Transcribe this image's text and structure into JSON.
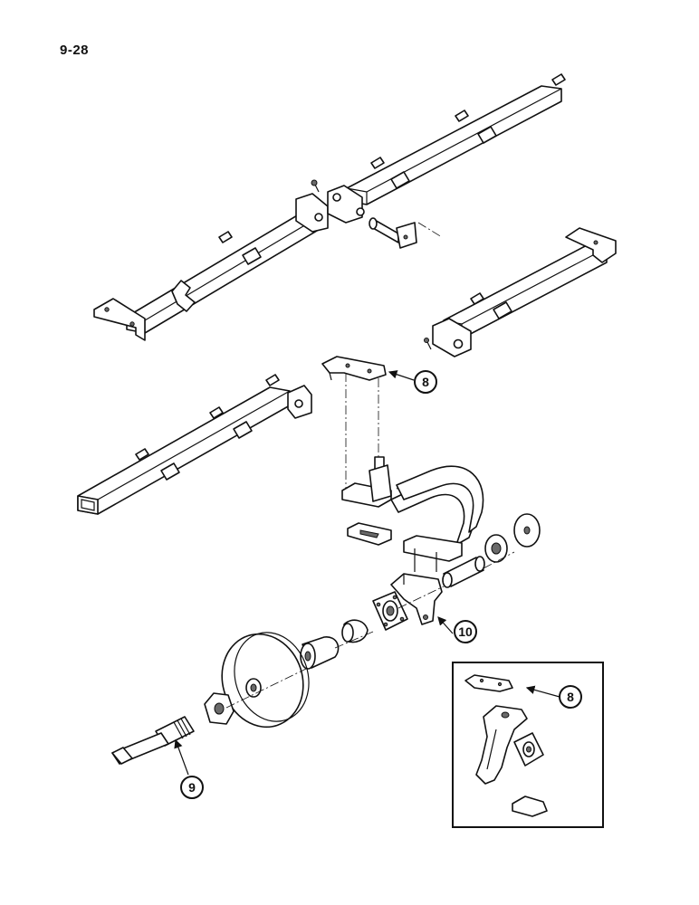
{
  "page_number": "9-28",
  "callouts": {
    "c8_top": "8",
    "c8_inset": "8",
    "c9": "9",
    "c10": "10"
  }
}
